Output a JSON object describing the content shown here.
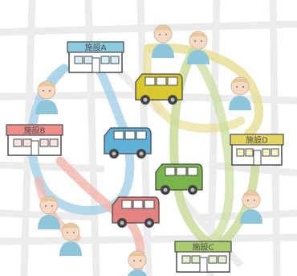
{
  "colors": {
    "background": "#ffffff",
    "map_roads": "#ececec",
    "route_blue": "#a9d4e8",
    "route_yellow": "#e8df9a",
    "route_green": "#c9dc9a",
    "route_red": "#f2b8b0",
    "sign_facility_a": "#8ccbe0",
    "sign_facility_b": "#ee8f8c",
    "sign_facility_c": "#a9cc6e",
    "sign_facility_d": "#e6d563",
    "van_blue": "#5fb1d8",
    "van_yellow": "#d9c72f",
    "van_green": "#79b44d",
    "van_red": "#e58380"
  },
  "facilities": [
    {
      "id": "a",
      "label": "施設A"
    },
    {
      "id": "b",
      "label": "施設B"
    },
    {
      "id": "c",
      "label": "施設C"
    },
    {
      "id": "d",
      "label": "施設D"
    }
  ],
  "vans": [
    "blue",
    "yellow",
    "green",
    "red"
  ],
  "icons": [
    "building-icon",
    "van-icon",
    "person-icon"
  ]
}
